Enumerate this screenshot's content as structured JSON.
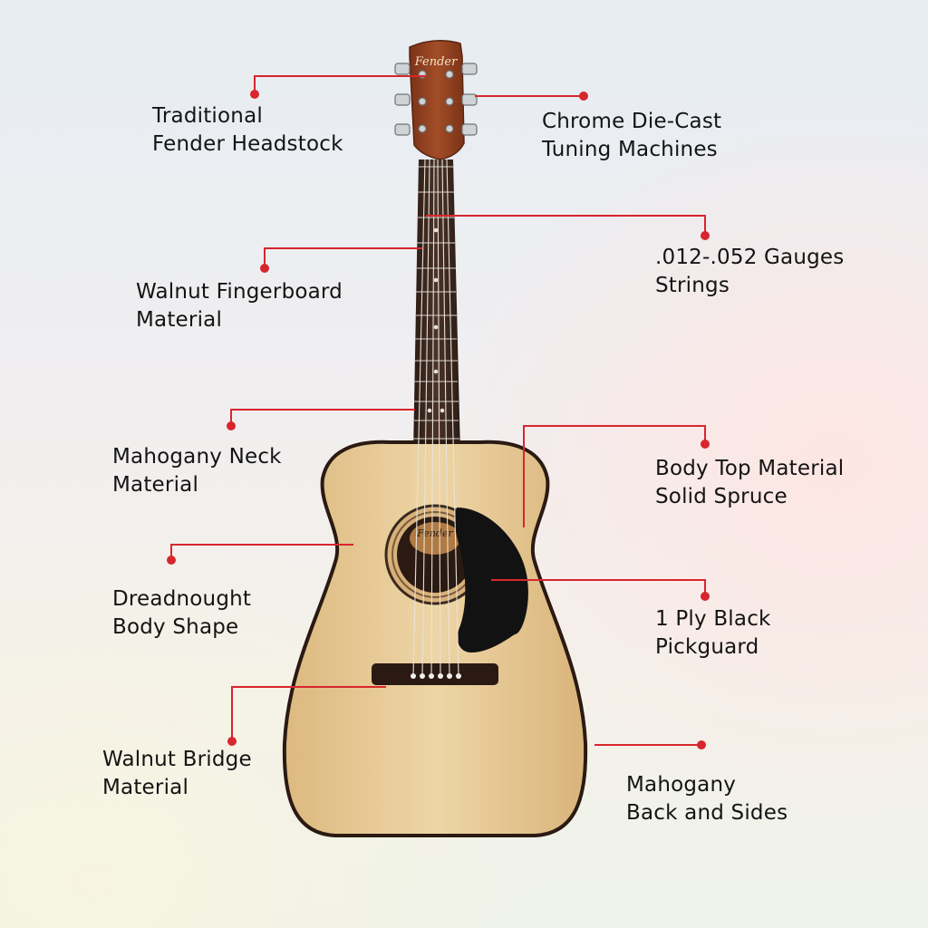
{
  "brand": {
    "headstock_logo": "Fender",
    "soundhole_logo": "Fender"
  },
  "colors": {
    "leader_line": "#d7262d",
    "label_text": "#141414",
    "wood_top": "#e9cd9c",
    "pickguard": "#121212",
    "headstock": "#8a3d1e"
  },
  "features": [
    {
      "id": "headstock",
      "lines": [
        "Traditional",
        "Fender Headstock"
      ]
    },
    {
      "id": "tuners",
      "lines": [
        "Chrome Die-Cast",
        "Tuning Machines"
      ]
    },
    {
      "id": "fingerboard",
      "lines": [
        "Walnut Fingerboard",
        "Material"
      ]
    },
    {
      "id": "strings",
      "lines": [
        ".012-.052 Gauges",
        "Strings"
      ]
    },
    {
      "id": "neck",
      "lines": [
        "Mahogany Neck",
        "Material"
      ]
    },
    {
      "id": "top",
      "lines": [
        "Body Top Material",
        "Solid Spruce"
      ]
    },
    {
      "id": "shape",
      "lines": [
        "Dreadnought",
        "Body Shape"
      ]
    },
    {
      "id": "pickguard",
      "lines": [
        "1 Ply Black",
        "Pickguard"
      ]
    },
    {
      "id": "bridge",
      "lines": [
        "Walnut Bridge",
        "Material"
      ]
    },
    {
      "id": "back",
      "lines": [
        "Mahogany",
        "Back and Sides"
      ]
    }
  ]
}
